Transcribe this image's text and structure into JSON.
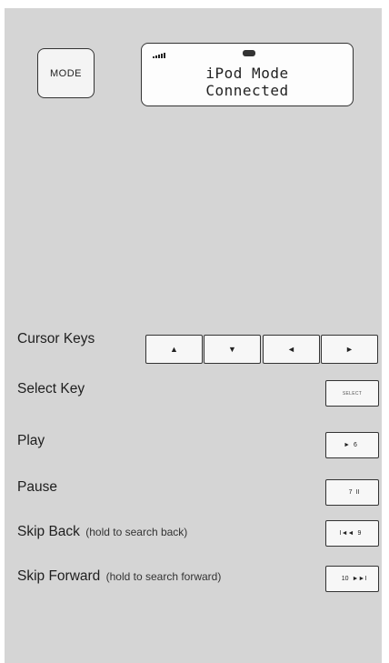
{
  "mode_button": {
    "label": "MODE"
  },
  "display": {
    "line1": "iPod Mode",
    "line2": "Connected"
  },
  "cursor_keys": {
    "label": "Cursor Keys",
    "keys": [
      {
        "name": "up",
        "glyph": "▲"
      },
      {
        "name": "down",
        "glyph": "▼"
      },
      {
        "name": "left",
        "glyph": "◄"
      },
      {
        "name": "right",
        "glyph": "►"
      }
    ]
  },
  "select_key": {
    "label": "Select Key",
    "key_text": "SELECT"
  },
  "play": {
    "label": "Play",
    "glyph": "►",
    "number": "6"
  },
  "pause": {
    "label": "Pause",
    "number": "7",
    "glyph": "II"
  },
  "skip_back": {
    "label": "Skip Back",
    "note": "(hold to search back)",
    "glyph": "I◄◄",
    "number": "9"
  },
  "skip_forward": {
    "label": "Skip Forward",
    "note": "(hold to search forward)",
    "number": "10",
    "glyph": "►►I"
  },
  "colors": {
    "panel": "#d5d5d5",
    "key_face": "#f7f7f7",
    "outline": "#333333"
  }
}
